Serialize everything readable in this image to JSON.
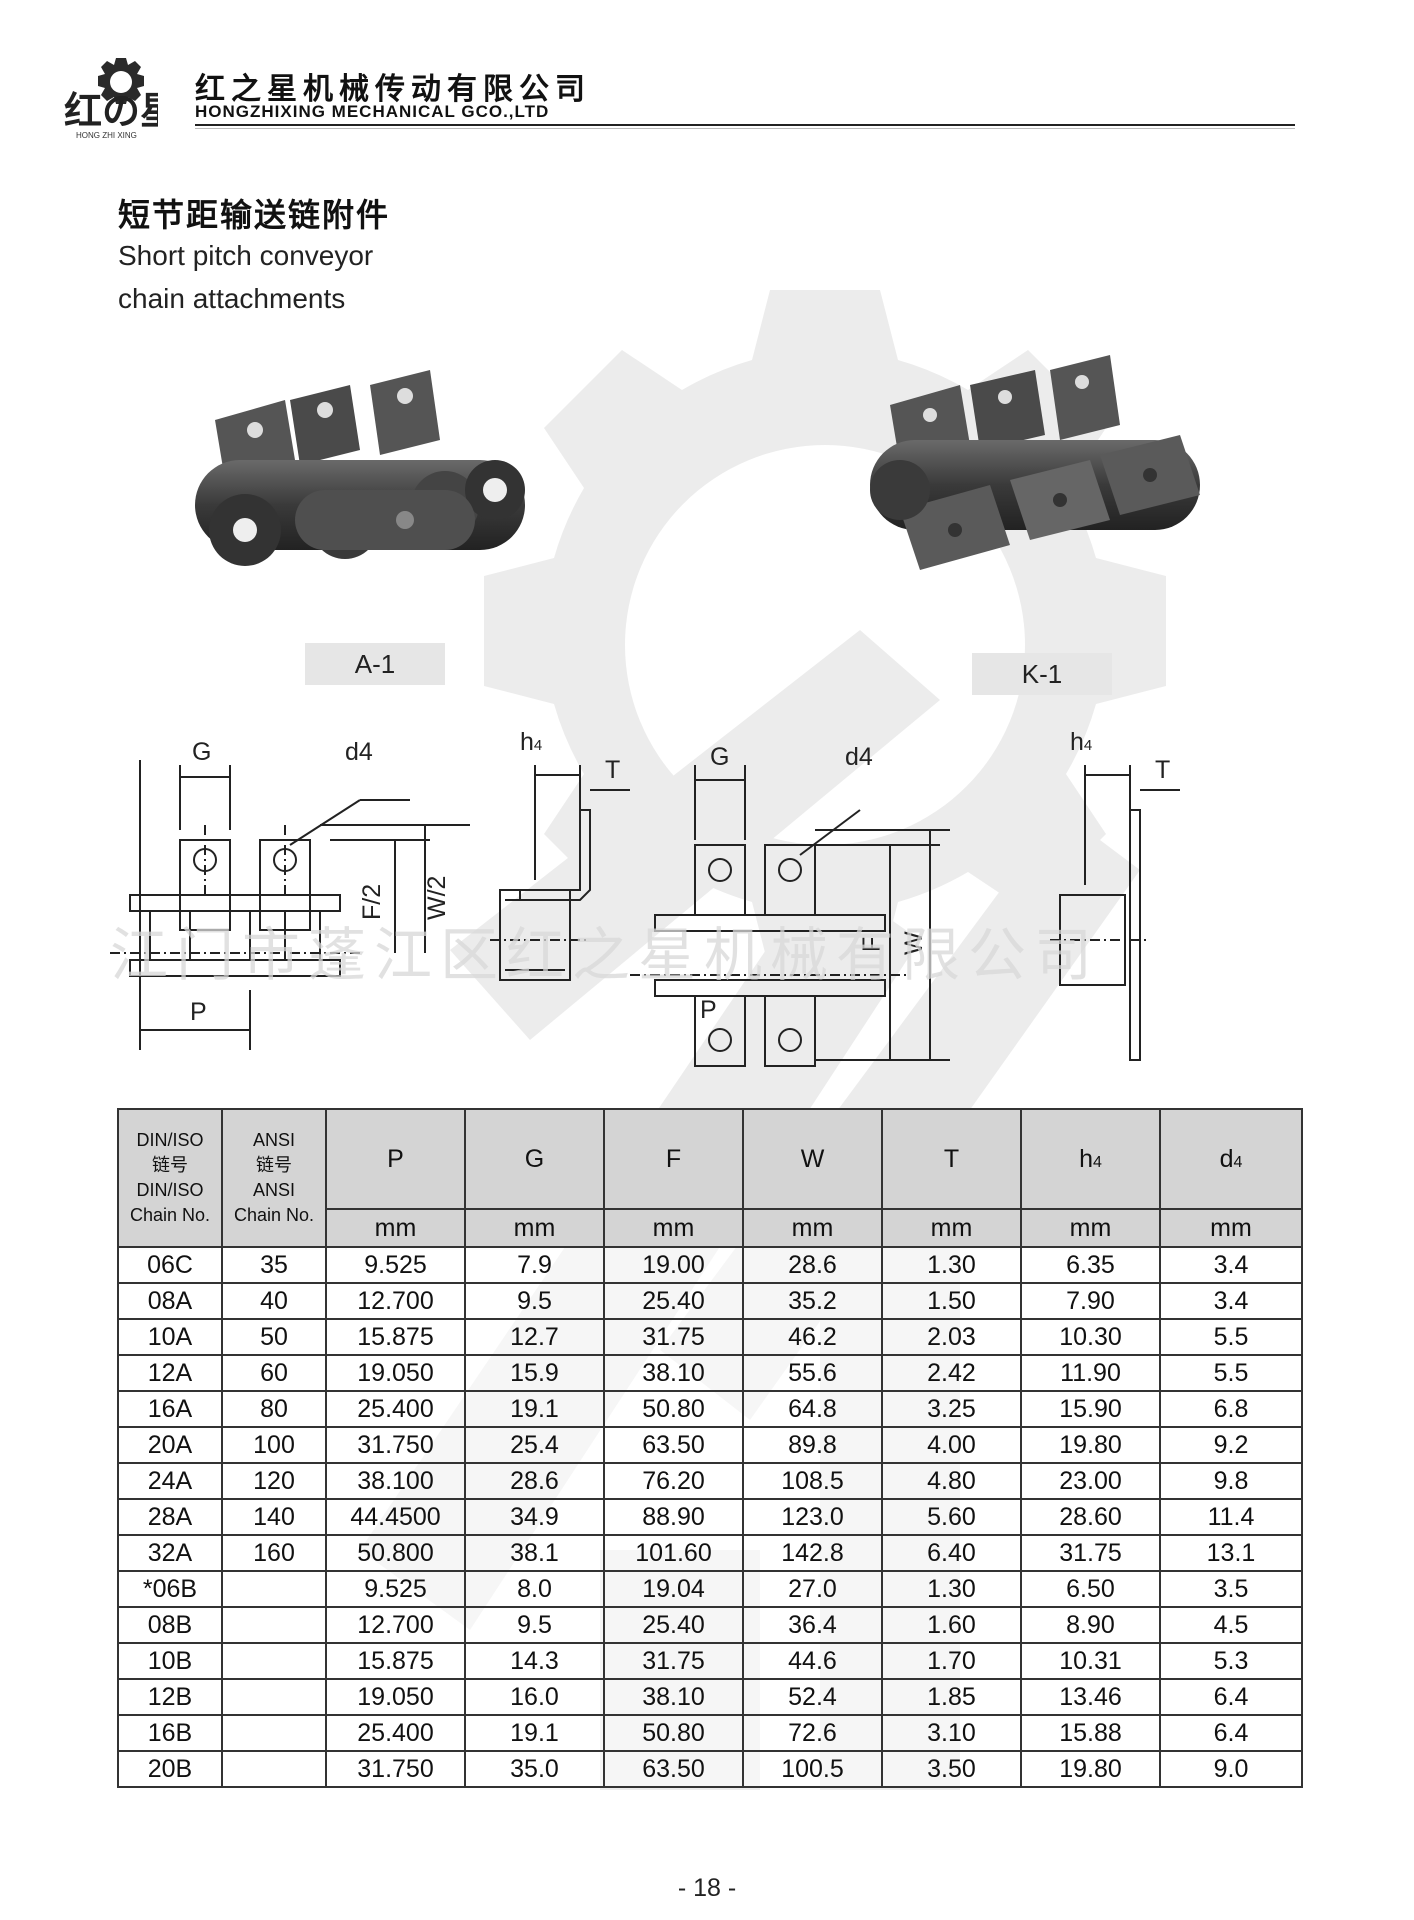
{
  "header": {
    "logo_text": "红の星",
    "logo_sub": "HONG ZHI XING",
    "company_cn": "红之星机械传动有限公司",
    "company_en": "HONGZHIXING MECHANICAL GCO.,LTD"
  },
  "title": {
    "cn": "短节距输送链附件",
    "en_line1": "Short pitch conveyor",
    "en_line2": "chain attachments"
  },
  "products": [
    {
      "label": "A-1"
    },
    {
      "label": "K-1"
    }
  ],
  "watermark_text": "江门市蓬江区红之星机械有限公司",
  "diagram_labels": {
    "G": "G",
    "d4": "d4",
    "h": "h",
    "sub4": "4",
    "T": "T",
    "F_half": "F/2",
    "W_half": "W/2",
    "P": "P",
    "F": "F",
    "W": "W"
  },
  "table": {
    "header": {
      "din_iso": [
        "DIN/ISO",
        "链号",
        "DIN/ISO",
        "Chain No."
      ],
      "ansi": [
        "ANSI",
        "链号",
        "ANSI",
        "Chain No."
      ],
      "P": "P",
      "G": "G",
      "F": "F",
      "W": "W",
      "T": "T",
      "h": "h",
      "h_sub": "4",
      "d": "d",
      "d_sub": "4"
    },
    "unit": "mm",
    "rows": [
      [
        "06C",
        "35",
        "9.525",
        "7.9",
        "19.00",
        "28.6",
        "1.30",
        "6.35",
        "3.4"
      ],
      [
        "08A",
        "40",
        "12.700",
        "9.5",
        "25.40",
        "35.2",
        "1.50",
        "7.90",
        "3.4"
      ],
      [
        "10A",
        "50",
        "15.875",
        "12.7",
        "31.75",
        "46.2",
        "2.03",
        "10.30",
        "5.5"
      ],
      [
        "12A",
        "60",
        "19.050",
        "15.9",
        "38.10",
        "55.6",
        "2.42",
        "11.90",
        "5.5"
      ],
      [
        "16A",
        "80",
        "25.400",
        "19.1",
        "50.80",
        "64.8",
        "3.25",
        "15.90",
        "6.8"
      ],
      [
        "20A",
        "100",
        "31.750",
        "25.4",
        "63.50",
        "89.8",
        "4.00",
        "19.80",
        "9.2"
      ],
      [
        "24A",
        "120",
        "38.100",
        "28.6",
        "76.20",
        "108.5",
        "4.80",
        "23.00",
        "9.8"
      ],
      [
        "28A",
        "140",
        "44.4500",
        "34.9",
        "88.90",
        "123.0",
        "5.60",
        "28.60",
        "11.4"
      ],
      [
        "32A",
        "160",
        "50.800",
        "38.1",
        "101.60",
        "142.8",
        "6.40",
        "31.75",
        "13.1"
      ],
      [
        "*06B",
        "",
        "9.525",
        "8.0",
        "19.04",
        "27.0",
        "1.30",
        "6.50",
        "3.5"
      ],
      [
        "08B",
        "",
        "12.700",
        "9.5",
        "25.40",
        "36.4",
        "1.60",
        "8.90",
        "4.5"
      ],
      [
        "10B",
        "",
        "15.875",
        "14.3",
        "31.75",
        "44.6",
        "1.70",
        "10.31",
        "5.3"
      ],
      [
        "12B",
        "",
        "19.050",
        "16.0",
        "38.10",
        "52.4",
        "1.85",
        "13.46",
        "6.4"
      ],
      [
        "16B",
        "",
        "25.400",
        "19.1",
        "50.80",
        "72.6",
        "3.10",
        "15.88",
        "6.4"
      ],
      [
        "20B",
        "",
        "31.750",
        "35.0",
        "63.50",
        "100.5",
        "3.50",
        "19.80",
        "9.0"
      ]
    ]
  },
  "page_number": "- 18 -",
  "colors": {
    "table_header_bg": "#d4d4d4",
    "label_bg": "#e6e6e6",
    "watermark": "#e9e9e9",
    "chain_metal": "#3e3e3e"
  }
}
